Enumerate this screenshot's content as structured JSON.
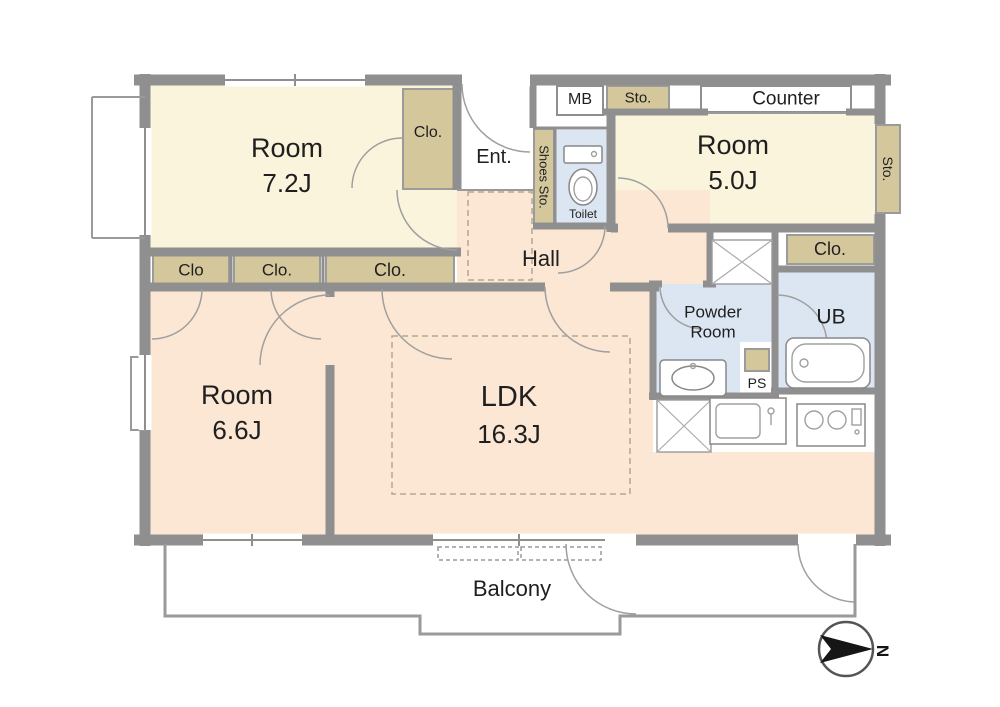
{
  "colors": {
    "wall": "#8F8F8F",
    "cream": "#FAF4DC",
    "peach": "#FBE7D3",
    "tan": "#D5C79C",
    "blue": "#DBE6F2",
    "outline": "#9A9A9A",
    "ink": "#1F1F1F"
  },
  "rooms": {
    "room_7_2": {
      "name": "Room",
      "size": "7.2J"
    },
    "room_5_0": {
      "name": "Room",
      "size": "5.0J"
    },
    "room_6_6": {
      "name": "Room",
      "size": "6.6J"
    },
    "ldk": {
      "name": "LDK",
      "size": "16.3J"
    }
  },
  "areas": {
    "hall": "Hall",
    "entrance": "Ent.",
    "balcony": "Balcony",
    "toilet": "Toilet",
    "powder_room": "Powder Room",
    "unit_bath": "UB",
    "meter_box": "MB",
    "counter": "Counter",
    "pipe_space": "PS",
    "shoes_storage": "Shoes Sto.",
    "storage_top": "Sto.",
    "storage_right": "Sto.",
    "closet_top": "Clo.",
    "closet_1": "Clo",
    "closet_2": "Clo.",
    "closet_3": "Clo.",
    "closet_right": "Clo."
  },
  "compass": {
    "north": "N"
  }
}
